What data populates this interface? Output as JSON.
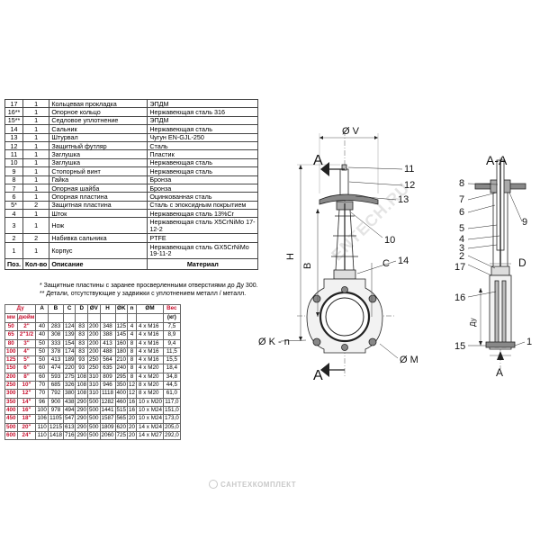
{
  "parts_table": {
    "rows": [
      {
        "pos": "17",
        "qty": "1",
        "desc": "Кольцевая прокладка",
        "mat": "ЭПДМ"
      },
      {
        "pos": "16**",
        "qty": "1",
        "desc": "Опорное кольцо",
        "mat": "Нержавеющая сталь 316"
      },
      {
        "pos": "15**",
        "qty": "1",
        "desc": "Седловое уплотнение",
        "mat": "ЭПДМ"
      },
      {
        "pos": "14",
        "qty": "1",
        "desc": "Сальник",
        "mat": "Нержавеющая сталь"
      },
      {
        "pos": "13",
        "qty": "1",
        "desc": "Штурвал",
        "mat": "Чугун EN-GJL-250"
      },
      {
        "pos": "12",
        "qty": "1",
        "desc": "Защитный футляр",
        "mat": "Сталь"
      },
      {
        "pos": "11",
        "qty": "1",
        "desc": "Заглушка",
        "mat": "Пластик"
      },
      {
        "pos": "10",
        "qty": "1",
        "desc": "Заглушка",
        "mat": "Нержавеющая сталь"
      },
      {
        "pos": "9",
        "qty": "1",
        "desc": "Стопорный винт",
        "mat": "Нержавеющая сталь"
      },
      {
        "pos": "8",
        "qty": "1",
        "desc": "Гайка",
        "mat": "Бронза"
      },
      {
        "pos": "7",
        "qty": "1",
        "desc": "Опорная шайба",
        "mat": "Бронза"
      },
      {
        "pos": "6",
        "qty": "1",
        "desc": "Опорная пластина",
        "mat": "Оцинкованная сталь"
      },
      {
        "pos": "5*",
        "qty": "2",
        "desc": "Защитная пластина",
        "mat": "Сталь с эпоксидным покрытием"
      },
      {
        "pos": "4",
        "qty": "1",
        "desc": "Шток",
        "mat": "Нержавеющая сталь 13%Cr"
      },
      {
        "pos": "3",
        "qty": "1",
        "desc": "Нож",
        "mat": "Нержавеющая сталь X5CrNiMo 17-12-2",
        "tall": true
      },
      {
        "pos": "2",
        "qty": "2",
        "desc": "Набивка сальника",
        "mat": "PTFE"
      },
      {
        "pos": "1",
        "qty": "1",
        "desc": "Корпус",
        "mat": "Нержавеющая сталь GX5CrNiMo 19-11-2",
        "tall": true
      }
    ],
    "header": {
      "pos": "Поз.",
      "qty": "Кол-во",
      "desc": "Описание",
      "mat": "Материал"
    }
  },
  "notes": [
    "* Защитные пластины с заранее просверленными отверстиями до Ду 300.",
    "** Детали, отсутствующие у задвижки с уплотнением металл / металл."
  ],
  "dims_table": {
    "header": [
      "Ду",
      "",
      "A",
      "B",
      "C",
      "D",
      "ØV",
      "H",
      "ØK",
      "n",
      "ØM",
      "Вес"
    ],
    "subheader": [
      "мм",
      "дюйм",
      "",
      "",
      "",
      "",
      "",
      "",
      "",
      "",
      "",
      "(кг)"
    ],
    "rows": [
      [
        "50",
        "2\"",
        "40",
        "283",
        "124",
        "83",
        "200",
        "348",
        "125",
        "4",
        "4 x M16",
        "7,5"
      ],
      [
        "65",
        "2\"1/2",
        "40",
        "308",
        "139",
        "83",
        "200",
        "388",
        "145",
        "4",
        "4 x M16",
        "8,9"
      ],
      [
        "80",
        "3\"",
        "50",
        "333",
        "154",
        "83",
        "200",
        "413",
        "160",
        "8",
        "4 x M16",
        "9,4"
      ],
      [
        "100",
        "4\"",
        "50",
        "378",
        "174",
        "83",
        "200",
        "488",
        "180",
        "8",
        "4 x M16",
        "11,5"
      ],
      [
        "125",
        "5\"",
        "50",
        "413",
        "189",
        "93",
        "250",
        "564",
        "210",
        "8",
        "4 x M16",
        "15,5"
      ],
      [
        "150",
        "6\"",
        "60",
        "474",
        "220",
        "93",
        "250",
        "635",
        "240",
        "8",
        "4 x M20",
        "18,4"
      ],
      [
        "200",
        "8\"",
        "60",
        "593",
        "275",
        "108",
        "310",
        "809",
        "295",
        "8",
        "4 x M20",
        "34,8"
      ],
      [
        "250",
        "10\"",
        "70",
        "685",
        "326",
        "108",
        "310",
        "946",
        "350",
        "12",
        "8 x M20",
        "44,5"
      ],
      [
        "300",
        "12\"",
        "70",
        "792",
        "380",
        "108",
        "310",
        "1118",
        "400",
        "12",
        "8 x M20",
        "61,0"
      ],
      [
        "350",
        "14\"",
        "96",
        "900",
        "438",
        "290",
        "500",
        "1282",
        "460",
        "16",
        "10 x M20",
        "117,0"
      ],
      [
        "400",
        "16\"",
        "100",
        "978",
        "494",
        "290",
        "500",
        "1441",
        "515",
        "16",
        "10 x M24",
        "151,0"
      ],
      [
        "450",
        "18\"",
        "106",
        "1105",
        "547",
        "290",
        "500",
        "1587",
        "565",
        "20",
        "10 x M24",
        "173,0"
      ],
      [
        "500",
        "20\"",
        "110",
        "1215",
        "613",
        "290",
        "500",
        "1809",
        "620",
        "20",
        "14 x M24",
        "205,0"
      ],
      [
        "600",
        "24\"",
        "110",
        "1418",
        "716",
        "290",
        "500",
        "2060",
        "725",
        "20",
        "14 x M27",
        "292,0"
      ]
    ]
  },
  "drawing": {
    "front_labels": {
      "section_a_top": "A",
      "section_a_bottom": "A",
      "dia_v": "Ø V",
      "h": "H",
      "b": "B",
      "dia_k": "Ø K - n",
      "dia_m": "Ø M",
      "c": "C",
      "callout_11": "11",
      "callout_12": "12",
      "callout_13": "13",
      "callout_10": "10",
      "callout_14": "14"
    },
    "side_labels": {
      "title": "A-A",
      "a": "A",
      "d": "D",
      "du": "Ду",
      "callout_8": "8",
      "callout_7": "7",
      "callout_6": "6",
      "callout_9": "9",
      "callout_5": "5",
      "callout_4": "4",
      "callout_3": "3",
      "callout_2": "2",
      "callout_17": "17",
      "callout_16": "16",
      "callout_15": "15",
      "callout_1": "1"
    }
  },
  "watermark": "ENTECH.RU",
  "brand": "САНТЕХКОМПЛЕКТ",
  "colors": {
    "accent_red": "#c8102e",
    "line": "#222222",
    "dim": "#555555"
  }
}
